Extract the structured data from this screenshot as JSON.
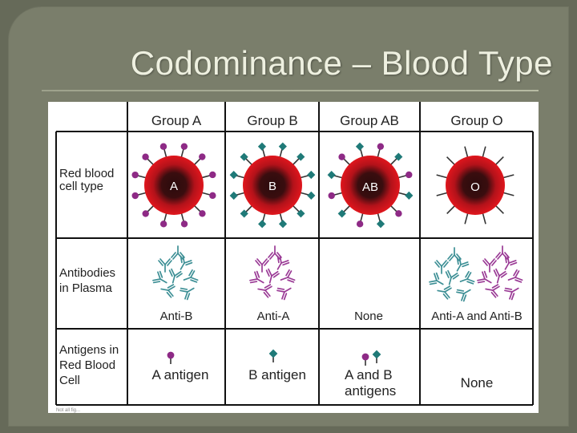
{
  "slide": {
    "title": "Codominance – Blood Type"
  },
  "table": {
    "columns": [
      "Group A",
      "Group B",
      "Group AB",
      "Group O"
    ],
    "rows": [
      {
        "label_lines": [
          "Red blood",
          "cell type"
        ]
      },
      {
        "label_lines": [
          "Antibodies",
          "in Plasma"
        ]
      },
      {
        "label_lines": [
          "Antigens in",
          "Red Blood",
          "Cell"
        ]
      }
    ],
    "cells": {
      "cell_types": [
        "A",
        "B",
        "AB",
        "O"
      ],
      "antibody_labels": [
        "Anti-B",
        "Anti-A",
        "None",
        "Anti-A and Anti-B"
      ],
      "antigen_labels": [
        [
          "A antigen"
        ],
        [
          "B antigen"
        ],
        [
          "A and B",
          "antigens"
        ],
        [
          "None"
        ]
      ]
    },
    "footnote": "Not all fig..."
  },
  "colors": {
    "background": "#666a59",
    "slide": "#7a7e6b",
    "title": "#eef0e0",
    "cell_red": "#e0161d",
    "cell_core": "#2a0c0c",
    "antigen_a": "#8e2a86",
    "antigen_b": "#1f7a78",
    "antibody_anti_b": "#3d8f95",
    "antibody_anti_a": "#9a3a95",
    "grid": "#111111"
  }
}
